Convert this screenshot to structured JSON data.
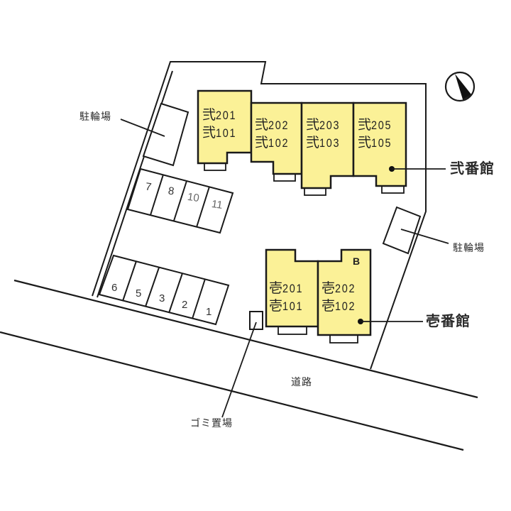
{
  "diagram": {
    "type": "site-plan",
    "colors": {
      "building_fill": "#fbf197",
      "line": "#1a1a1a",
      "background": "#ffffff"
    },
    "compass": {
      "label": "north-arrow"
    },
    "buildings": [
      {
        "name": "弐番館",
        "label": "弐番館",
        "units": [
          {
            "upper": "弐201",
            "lower": "弐101",
            "prefix": "弐",
            "upper_num": "201",
            "lower_num": "101"
          },
          {
            "upper": "弐202",
            "lower": "弐102",
            "prefix": "弐",
            "upper_num": "202",
            "lower_num": "102"
          },
          {
            "upper": "弐203",
            "lower": "弐103",
            "prefix": "弐",
            "upper_num": "203",
            "lower_num": "103"
          },
          {
            "upper": "弐205",
            "lower": "弐105",
            "prefix": "弐",
            "upper_num": "205",
            "lower_num": "105"
          }
        ]
      },
      {
        "name": "壱番館",
        "label": "壱番館",
        "b_mark": "B",
        "units": [
          {
            "upper": "壱201",
            "lower": "壱101",
            "prefix": "壱",
            "upper_num": "201",
            "lower_num": "101"
          },
          {
            "upper": "壱202",
            "lower": "壱102",
            "prefix": "壱",
            "upper_num": "202",
            "lower_num": "102"
          }
        ]
      }
    ],
    "parking": {
      "upper_row": [
        "7",
        "8",
        "10",
        "11"
      ],
      "lower_row": [
        "6",
        "5",
        "3",
        "2",
        "1"
      ]
    },
    "labels": {
      "bike_parking_left": "駐輪場",
      "bike_parking_right": "駐輪場",
      "road": "道路",
      "garbage": "ゴミ置場",
      "building_2": "弐番館",
      "building_1": "壱番館"
    }
  }
}
